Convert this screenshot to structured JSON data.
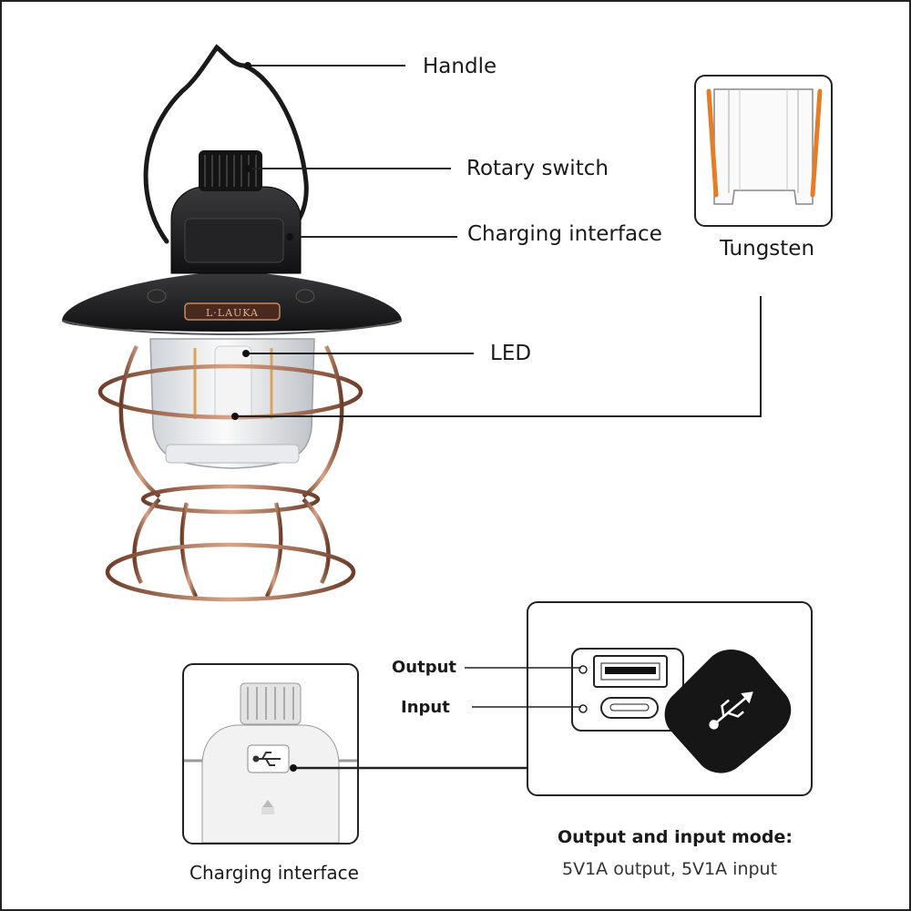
{
  "callouts": {
    "handle": "Handle",
    "rotary_switch": "Rotary switch",
    "charging_interface": "Charging interface",
    "led": "LED",
    "tungsten": "Tungsten"
  },
  "brand_badge": "L·LAUKA",
  "charging_panel": {
    "caption": "Charging interface"
  },
  "port_panel": {
    "output_label": "Output",
    "input_label": "Input"
  },
  "spec": {
    "title": "Output and input mode:",
    "detail": "5V1A output, 5V1A input"
  },
  "colors": {
    "lamp_black": "#1c1c1e",
    "copper": "#b87a5a",
    "filament_orange": "#e87c24"
  },
  "icons": [
    "usb-icon"
  ]
}
